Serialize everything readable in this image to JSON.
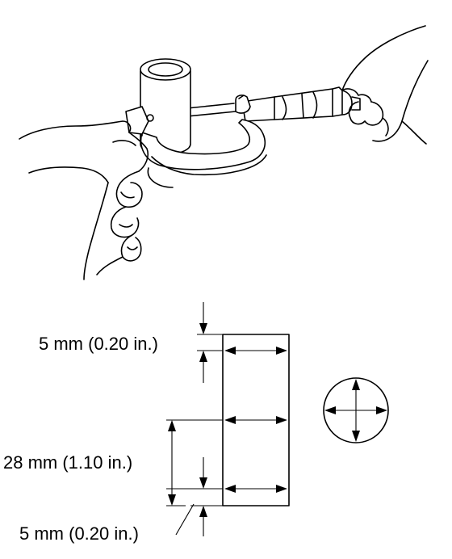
{
  "labels": {
    "top_measure": "5 mm (0.20 in.)",
    "middle_measure": "28 mm (1.10 in.)",
    "bottom_measure": "5 mm (0.20 in.)"
  },
  "icons": {
    "illustration": "hands-measuring-bushing-with-micrometer",
    "section_view": "bushing-side-section-with-measure-points",
    "top_view": "circle-with-four-direction-arrows"
  }
}
